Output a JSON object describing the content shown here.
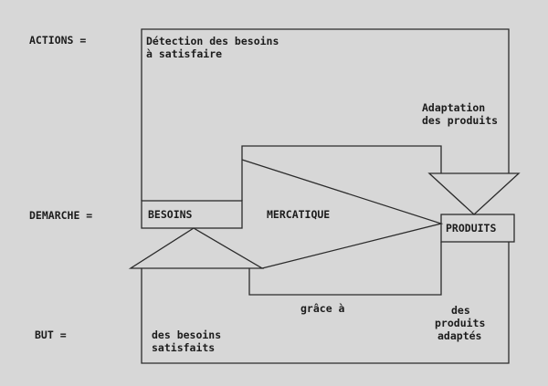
{
  "row_labels": {
    "actions": "ACTIONS =",
    "demarche": "DEMARCHE =",
    "but": "BUT ="
  },
  "nodes": {
    "besoins": "BESOINS",
    "mercatique": "MERCATIQUE",
    "produits": "PRODUITS"
  },
  "annotations": {
    "detection_line1": "Détection des besoins",
    "detection_line2": "à satisfaire",
    "adaptation_line1": "Adaptation",
    "adaptation_line2": "des produits",
    "grace": "grâce à",
    "des_produits_line1": "des",
    "des_produits_line2": "produits",
    "des_produits_line3": "adaptés",
    "des_besoins_line1": "des besoins",
    "des_besoins_line2": "satisfaits"
  }
}
